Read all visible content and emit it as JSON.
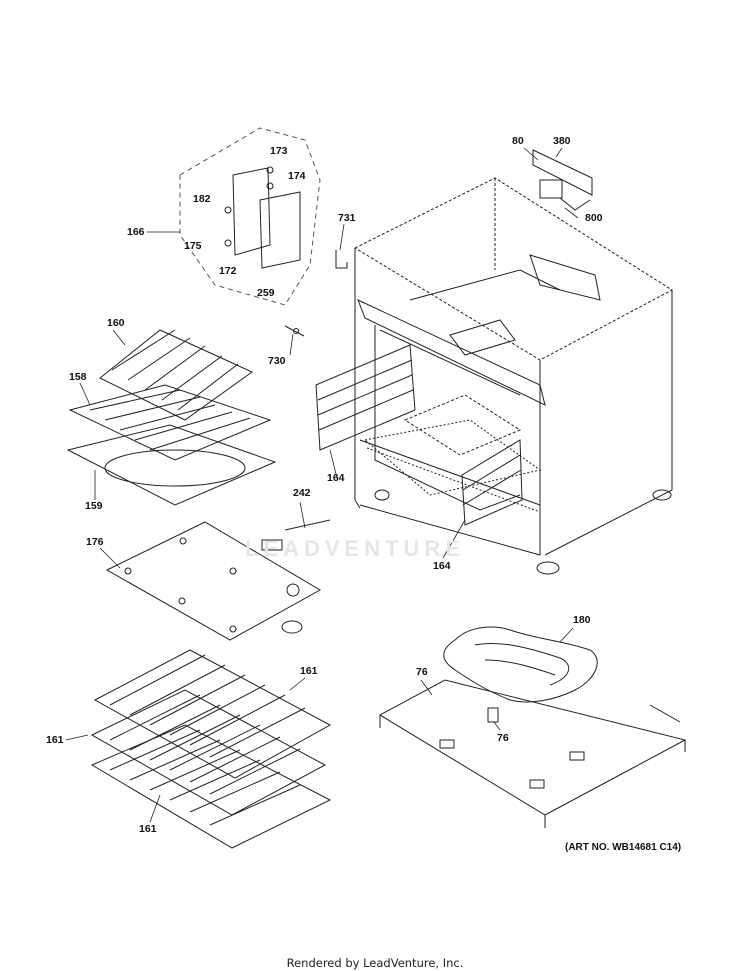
{
  "watermark": "LEADVENTURE",
  "art_number": "(ART NO. WB14681 C14)",
  "footer": "Rendered by LeadVenture, Inc.",
  "labels": {
    "p173": "173",
    "p174": "174",
    "p182": "182",
    "p166": "166",
    "p175": "175",
    "p172": "172",
    "p259": "259",
    "p731": "731",
    "p80": "80",
    "p380": "380",
    "p800": "800",
    "p160": "160",
    "p158": "158",
    "p730": "730",
    "p159": "159",
    "p164a": "164",
    "p164b": "164",
    "p242": "242",
    "p176": "176",
    "p161a": "161",
    "p161b": "161",
    "p161c": "161",
    "p180": "180",
    "p76a": "76",
    "p76b": "76"
  },
  "colors": {
    "line": "#222222",
    "dash": "#555555",
    "watermark": "#e6e6e6"
  }
}
